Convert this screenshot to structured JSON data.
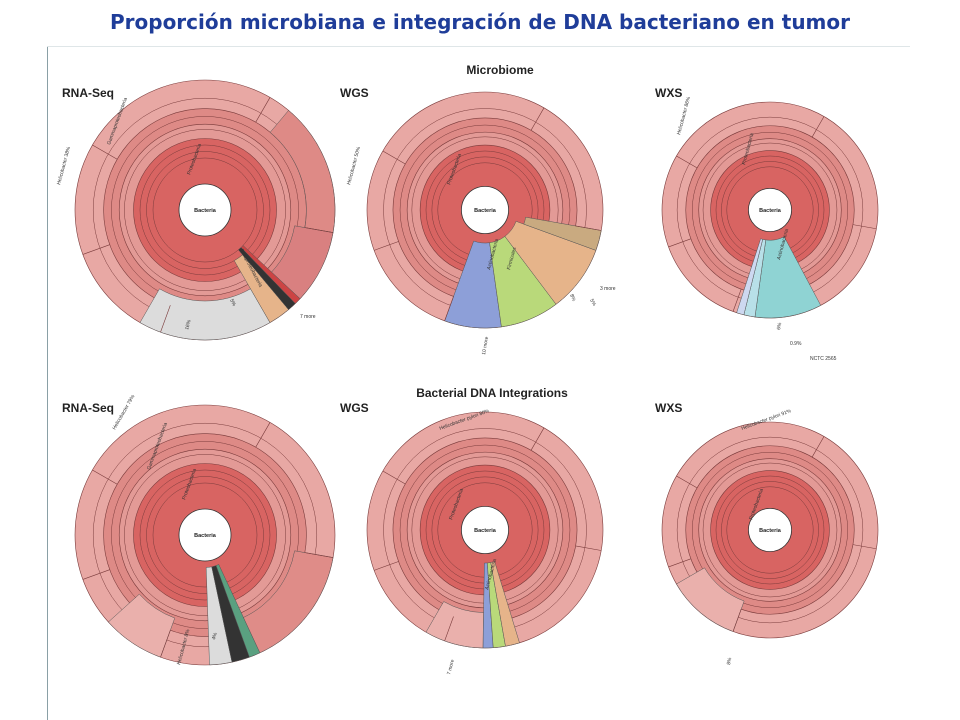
{
  "title": "Proporción microbiana e integración de DNA bacteriano en tumor",
  "sections": {
    "microbiome": "Microbiome",
    "integrations": "Bacterial DNA Integrations"
  },
  "colors": {
    "title": "#1f3d99",
    "proteo_light": "#e8a8a4",
    "proteo_mid": "#de8a86",
    "proteo_core": "#d86462",
    "gray": "#dcdcdc",
    "teal": "#8fd3d3",
    "green": "#b9d97a",
    "blue": "#8d9fd8",
    "orange": "#e6b48a"
  },
  "panels": [
    {
      "id": "mb-rnaseq",
      "title": "RNA-Seq",
      "center": "Bacteria",
      "labels": [
        {
          "text": "Proteobacteria"
        },
        {
          "text": "Gammaproteobacteria"
        },
        {
          "text": "Helicobacter 38%"
        },
        {
          "text": "Betaproteobacteria"
        },
        {
          "text": "5%"
        },
        {
          "text": "7 more"
        },
        {
          "text": "16%"
        }
      ]
    },
    {
      "id": "mb-wgs",
      "title": "WGS",
      "center": "Bacteria",
      "labels": [
        {
          "text": "Proteobacteria"
        },
        {
          "text": "Helicobacter 50%"
        },
        {
          "text": "Actinobacteria"
        },
        {
          "text": "Firmicutes"
        },
        {
          "text": "3 more"
        },
        {
          "text": "10 more"
        },
        {
          "text": "8%"
        },
        {
          "text": "5%"
        }
      ]
    },
    {
      "id": "mb-wxs",
      "title": "WXS",
      "center": "Bacteria",
      "labels": [
        {
          "text": "Proteobacteria"
        },
        {
          "text": "Helicobacter 86%"
        },
        {
          "text": "Actinobacteria"
        },
        {
          "text": "6%"
        },
        {
          "text": "0.9%"
        },
        {
          "text": "NCTC 2565"
        }
      ]
    },
    {
      "id": "int-rnaseq",
      "title": "RNA-Seq",
      "center": "Bacteria",
      "labels": [
        {
          "text": "Proteobacteria"
        },
        {
          "text": "Helicobacter 79%"
        },
        {
          "text": "Gammaproteobacteria"
        },
        {
          "text": "Helicobacter 8%"
        },
        {
          "text": "4%"
        }
      ]
    },
    {
      "id": "int-wgs",
      "title": "WGS",
      "center": "Bacteria",
      "labels": [
        {
          "text": "Proteobacteria"
        },
        {
          "text": "Helicobacter pylori 80%"
        },
        {
          "text": "Actinobacteria"
        },
        {
          "text": "7 more"
        }
      ]
    },
    {
      "id": "int-wxs",
      "title": "WXS",
      "center": "Bacteria",
      "labels": [
        {
          "text": "Proteobacteria"
        },
        {
          "text": "Helicobacter pylori 91%"
        },
        {
          "text": "8%"
        }
      ]
    }
  ]
}
